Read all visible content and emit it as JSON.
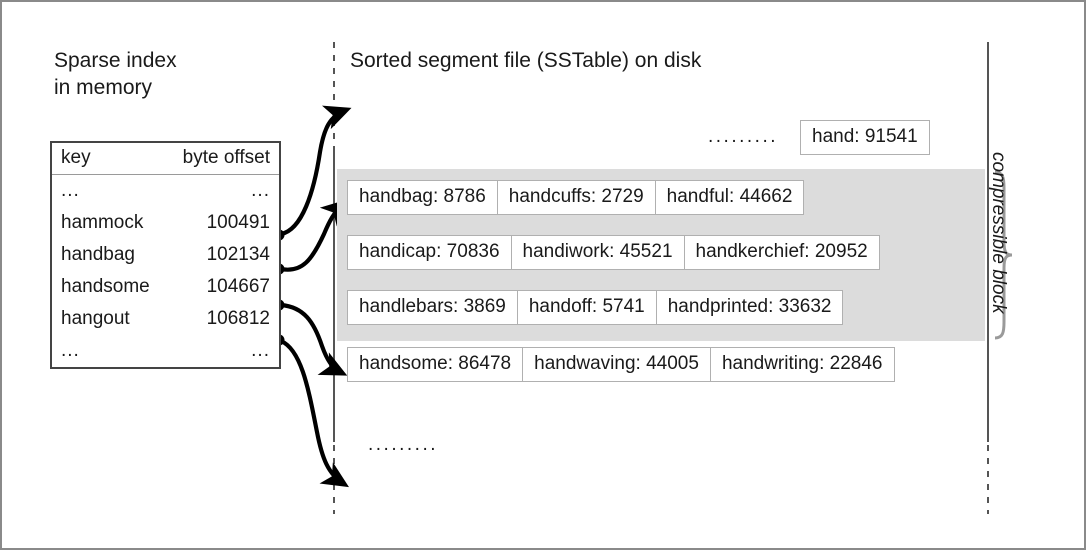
{
  "figure": {
    "left_caption": "Sparse index\nin memory",
    "right_caption": "Sorted segment file (SSTable) on disk",
    "compressible_label": "compressible block",
    "ellipsis_short": "...",
    "ellipsis_long": ".........",
    "colors": {
      "frame": "#8a8a8a",
      "text": "#1a1a1a",
      "block_fill": "#dcdcdc",
      "entry_border": "#b0b0b0",
      "table_border": "#444444",
      "arrow": "#000000",
      "brace": "#9a9a9a",
      "divider": "#555555"
    }
  },
  "sparse_index": {
    "columns": [
      "key",
      "byte offset"
    ],
    "rows": [
      {
        "key": "...",
        "offset": "..."
      },
      {
        "key": "hammock",
        "offset": "100491"
      },
      {
        "key": "handbag",
        "offset": "102134"
      },
      {
        "key": "handsome",
        "offset": "104667"
      },
      {
        "key": "hangout",
        "offset": "106812"
      },
      {
        "key": "...",
        "offset": "..."
      }
    ]
  },
  "segment_file": {
    "leading_entry": "hand: 91541",
    "leading_dots": ".........",
    "trailing_dots": ".........",
    "compressible_rows": [
      [
        "handbag: 8786",
        "handcuffs: 2729",
        "handful: 44662"
      ],
      [
        "handicap: 70836",
        "handiwork: 45521",
        "handkerchief: 20952"
      ],
      [
        "handlebars: 3869",
        "handoff: 5741",
        "handprinted: 33632"
      ]
    ],
    "plain_rows": [
      [
        "handsome: 86478",
        "handwaving: 44005",
        "handwriting: 22846"
      ]
    ]
  }
}
